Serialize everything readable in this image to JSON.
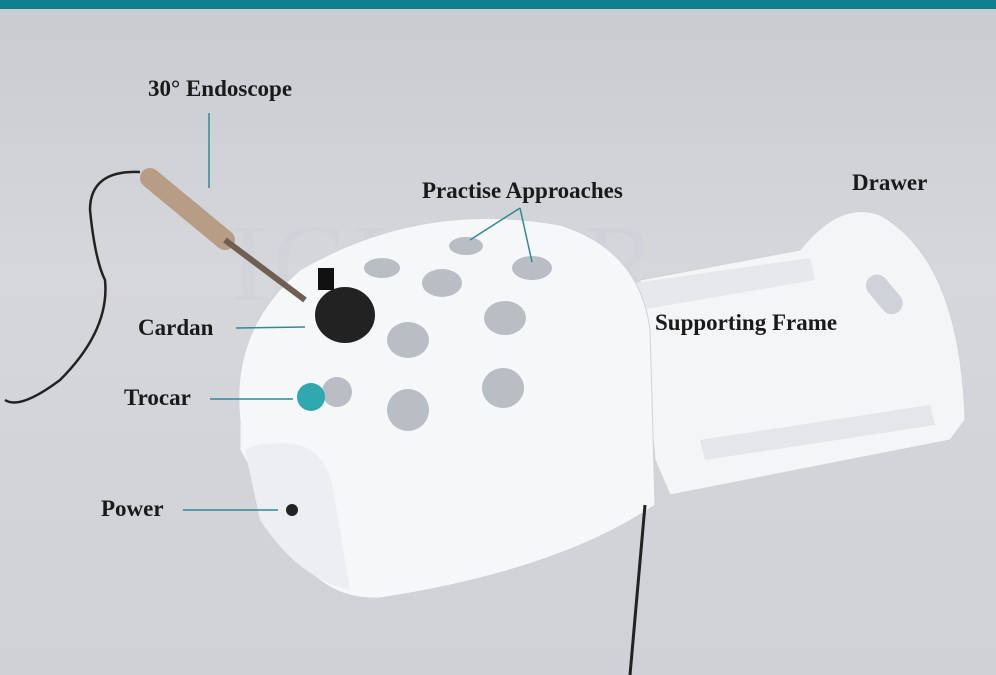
{
  "labels": {
    "endoscope": "30° Endoscope",
    "practise": "Practise Approaches",
    "drawer": "Drawer",
    "cardan": "Cardan",
    "supporting_frame": "Supporting Frame",
    "trocar": "Trocar",
    "power": "Power"
  },
  "watermark": "ICLEAR",
  "colors": {
    "accent": "#0e7f8c",
    "line": "#2f8a96"
  }
}
